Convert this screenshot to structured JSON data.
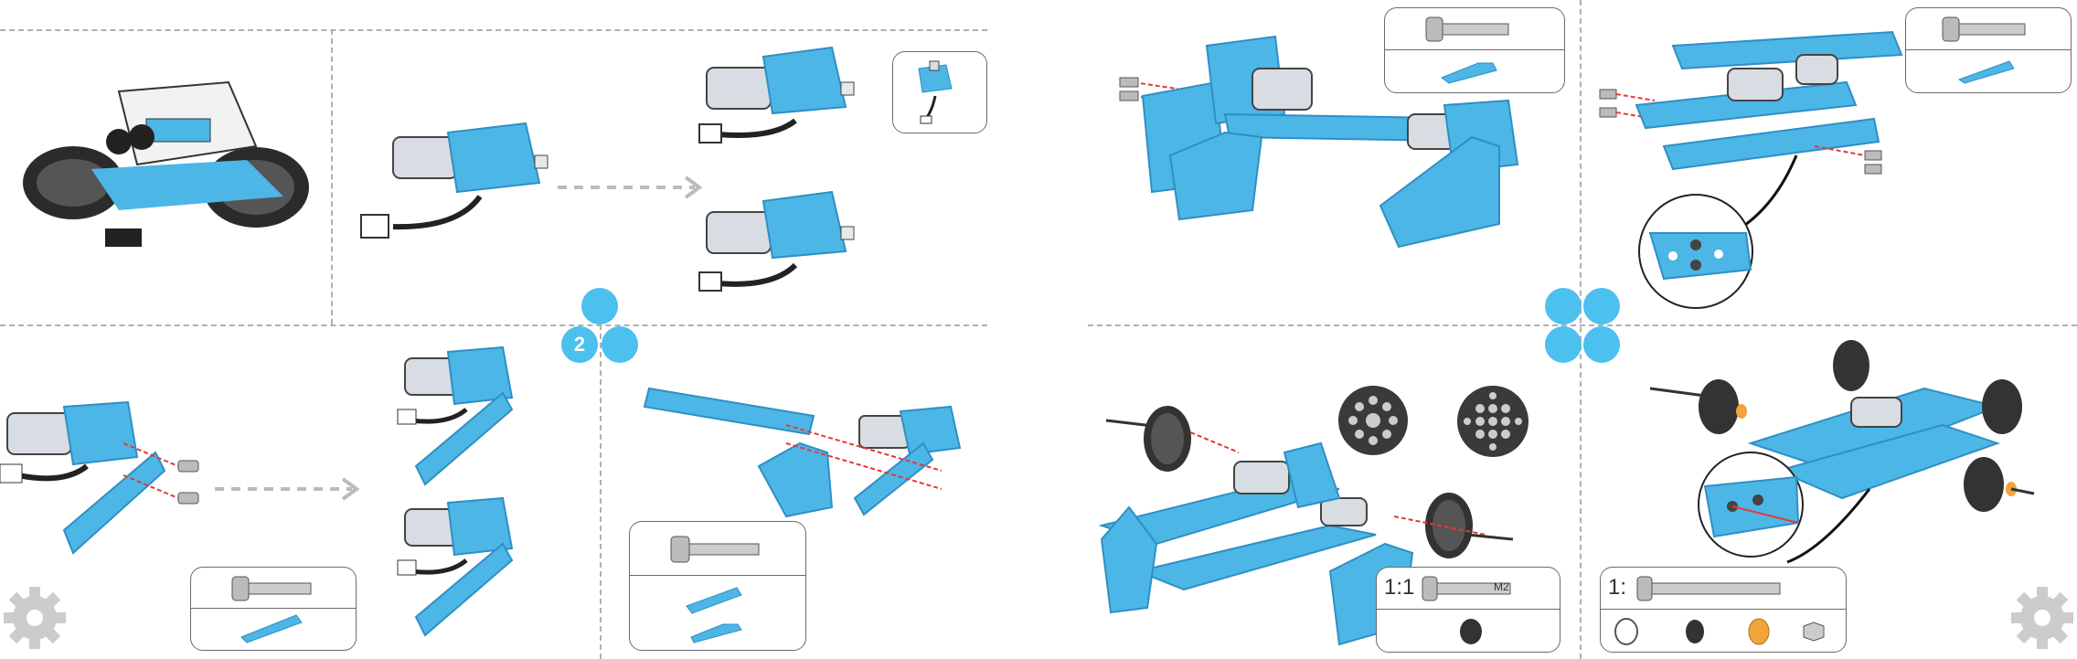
{
  "page": {
    "step_number": "2"
  },
  "parts": {
    "frame_box": {
      "ratio": "1:1",
      "size": "M2"
    },
    "wheel_box": {
      "ratio": "1:"
    }
  },
  "colors": {
    "part_blue": "#4cb6e6",
    "part_blue_dark": "#2f8fc4",
    "step_bubble": "#4cc0ee",
    "gear_gray": "#cccccc",
    "dash_line": "#b0b0b0",
    "assembly_arrow": "#e53935",
    "wheel_black": "#333333",
    "spacer_orange": "#f2a33a"
  },
  "icons": [
    "robot-tank-icon",
    "motor-icon",
    "screw-icon",
    "beam-icon",
    "gear-icon",
    "wheel-icon",
    "arrow-icon"
  ]
}
